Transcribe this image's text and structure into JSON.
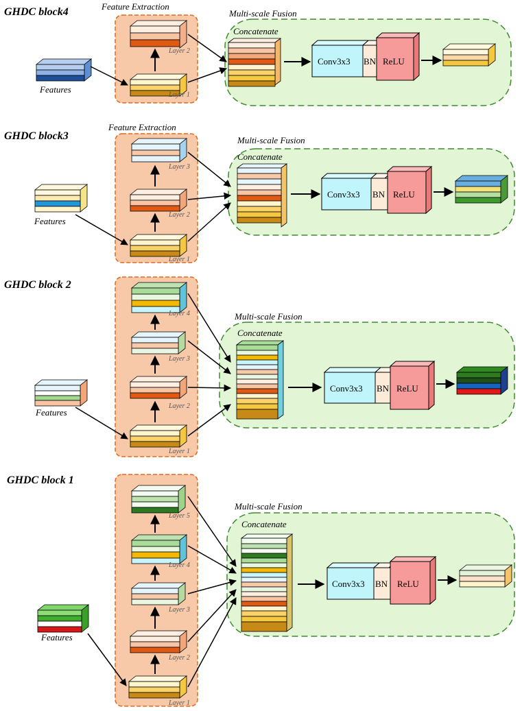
{
  "blocks": [
    {
      "title": "GHDC block4",
      "feature_section_label": "Feature Extraction",
      "fusion_section_label": "Multi-scale Fusion",
      "concat_label": "Concatenate",
      "features_label": "Features",
      "layers": [
        "Layer 2",
        "Layer 1"
      ],
      "ops": [
        "Conv3x3",
        "BN",
        "ReLU"
      ]
    },
    {
      "title": "GHDC  block3",
      "feature_section_label": "Feature Extraction",
      "fusion_section_label": "Multi-scale Fusion",
      "concat_label": "Concatenate",
      "features_label": "Features",
      "layers": [
        "Layer 3",
        "Layer 2",
        "Layer 1"
      ],
      "ops": [
        "Conv3x3",
        "BN",
        "ReLU"
      ]
    },
    {
      "title": "GHDC block 2",
      "feature_section_label": "",
      "fusion_section_label": "Multi-scale Fusion",
      "concat_label": "Concatenate",
      "features_label": "Features",
      "layers": [
        "Layer 4",
        "Layer 3",
        "Layer 2",
        "Layer 1"
      ],
      "ops": [
        "Conv3x3",
        "BN",
        "ReLU"
      ]
    },
    {
      "title": "GHDC block 1",
      "feature_section_label": "",
      "fusion_section_label": "Multi-scale Fusion",
      "concat_label": "Concatenate",
      "features_label": "Features",
      "layers": [
        "Layer 5",
        "Layer 4",
        "Layer 3",
        "Layer 2",
        "Layer 1"
      ],
      "ops": [
        "Conv3x3",
        "BN",
        "ReLU"
      ]
    }
  ],
  "colors": {
    "feature_panel_fill": "#f8c9a8",
    "feature_panel_border": "#e06a1a",
    "fusion_panel_fill": "#e2f5d5",
    "fusion_panel_border": "#3d8a2e",
    "conv_fill": "#bff5fb",
    "bn_fill": "#fcebd8",
    "relu_fill": "#f79a9a"
  }
}
